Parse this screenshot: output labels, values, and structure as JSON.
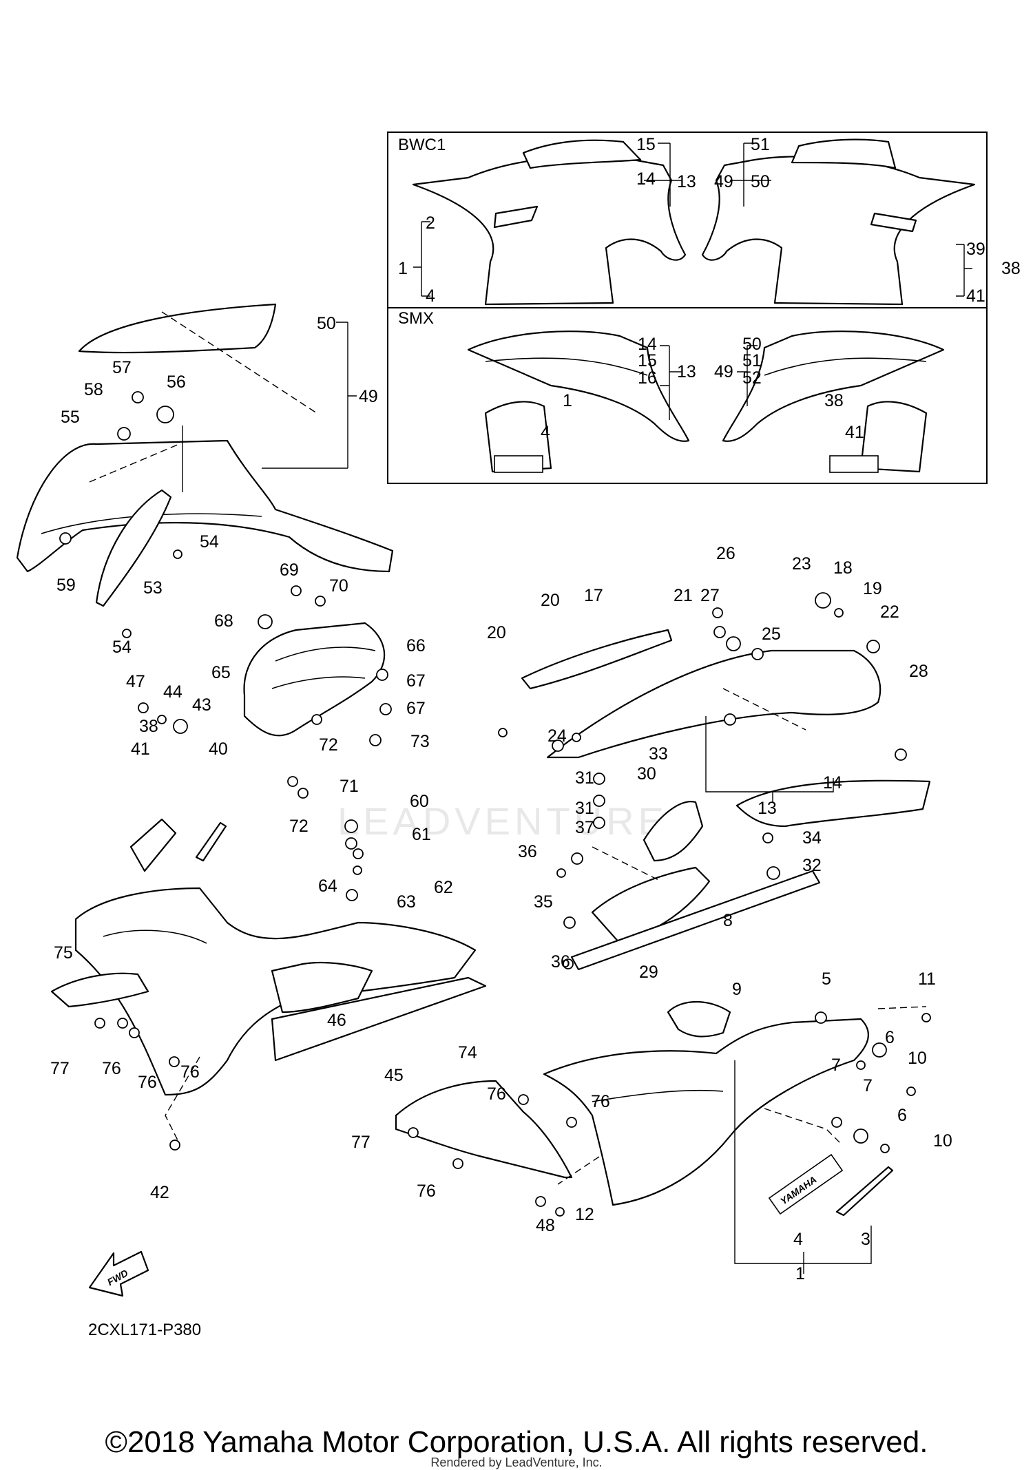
{
  "insets": [
    {
      "title": "BWC1"
    },
    {
      "title": "SMX"
    }
  ],
  "badge_text": "YAMAHA",
  "fwd_label": "FWD",
  "drawing_code": "2CXL171-P380",
  "watermark": "LEADVENTURE",
  "copyright": "©2018 Yamaha Motor Corporation, U.S.A. All rights reserved.",
  "rendered_by": "Rendered by LeadVenture, Inc."
}
